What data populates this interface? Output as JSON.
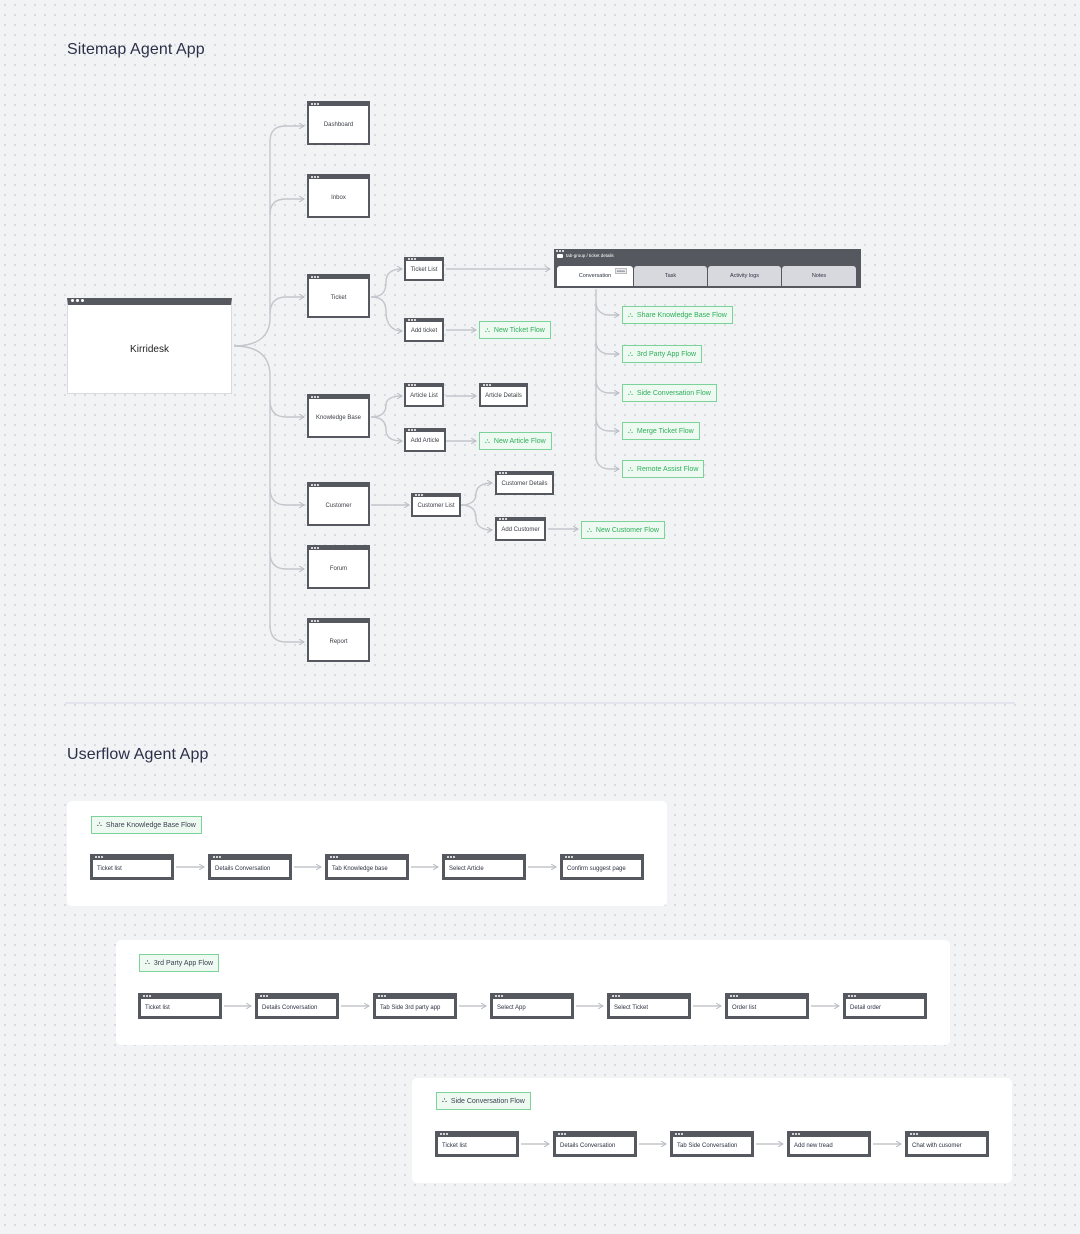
{
  "titles": {
    "sitemap": "Sitemap Agent App",
    "userflow": "Userflow Agent App"
  },
  "sitemap": {
    "root": "Kirridesk",
    "modules": {
      "dashboard": "Dashboard",
      "inbox": "Inbox",
      "ticket": "Ticket",
      "knowledge_base": "Knowledge Base",
      "customer": "Customer",
      "forum": "Forum",
      "report": "Report"
    },
    "ticket": {
      "ticket_list": "Ticket List",
      "add_ticket": "Add ticket",
      "new_ticket_flow": "New Ticket Flow",
      "details_window": {
        "path": "tab-group / ticket details",
        "tabs": [
          "Conversation",
          "Task",
          "Activity logs",
          "Notes"
        ],
        "active_badge": "Active"
      },
      "conversation_flows": [
        "Share Knowledge Base Flow",
        "3rd Party App Flow",
        "Side Conversation Flow",
        "Merge Ticket Flow",
        "Remote Assist Flow"
      ]
    },
    "knowledge_base": {
      "article_list": "Article List",
      "article_details": "Article Details",
      "add_article": "Add Article",
      "new_article_flow": "New Article Flow"
    },
    "customer": {
      "customer_list": "Customer List",
      "customer_details": "Customer Details",
      "add_customer": "Add Customer",
      "new_customer_flow": "New Customer Flow"
    }
  },
  "userflows": [
    {
      "name": "Share Knowledge Base Flow",
      "steps": [
        "Ticket list",
        "Details Conversation",
        "Tab Knowledge base",
        "Select Article",
        "Confirm suggest page"
      ]
    },
    {
      "name": "3rd Party App Flow",
      "steps": [
        "Ticket list",
        "Details Conversation",
        "Tab Side 3rd party app",
        "Select App",
        "Select Ticket",
        "Order list",
        "Detail order"
      ]
    },
    {
      "name": "Side Conversation Flow",
      "steps": [
        "Ticket list",
        "Details Conversation",
        "Tab Side Conversation",
        "Add new tread",
        "Chat with cusomer"
      ]
    }
  ],
  "colors": {
    "window_frame": "#55585e",
    "connector": "#bfc2c8",
    "flow_green": "#2fae5c",
    "flow_bg": "#eefaf1"
  },
  "icons": {
    "flow": "flow-branch-icon"
  }
}
